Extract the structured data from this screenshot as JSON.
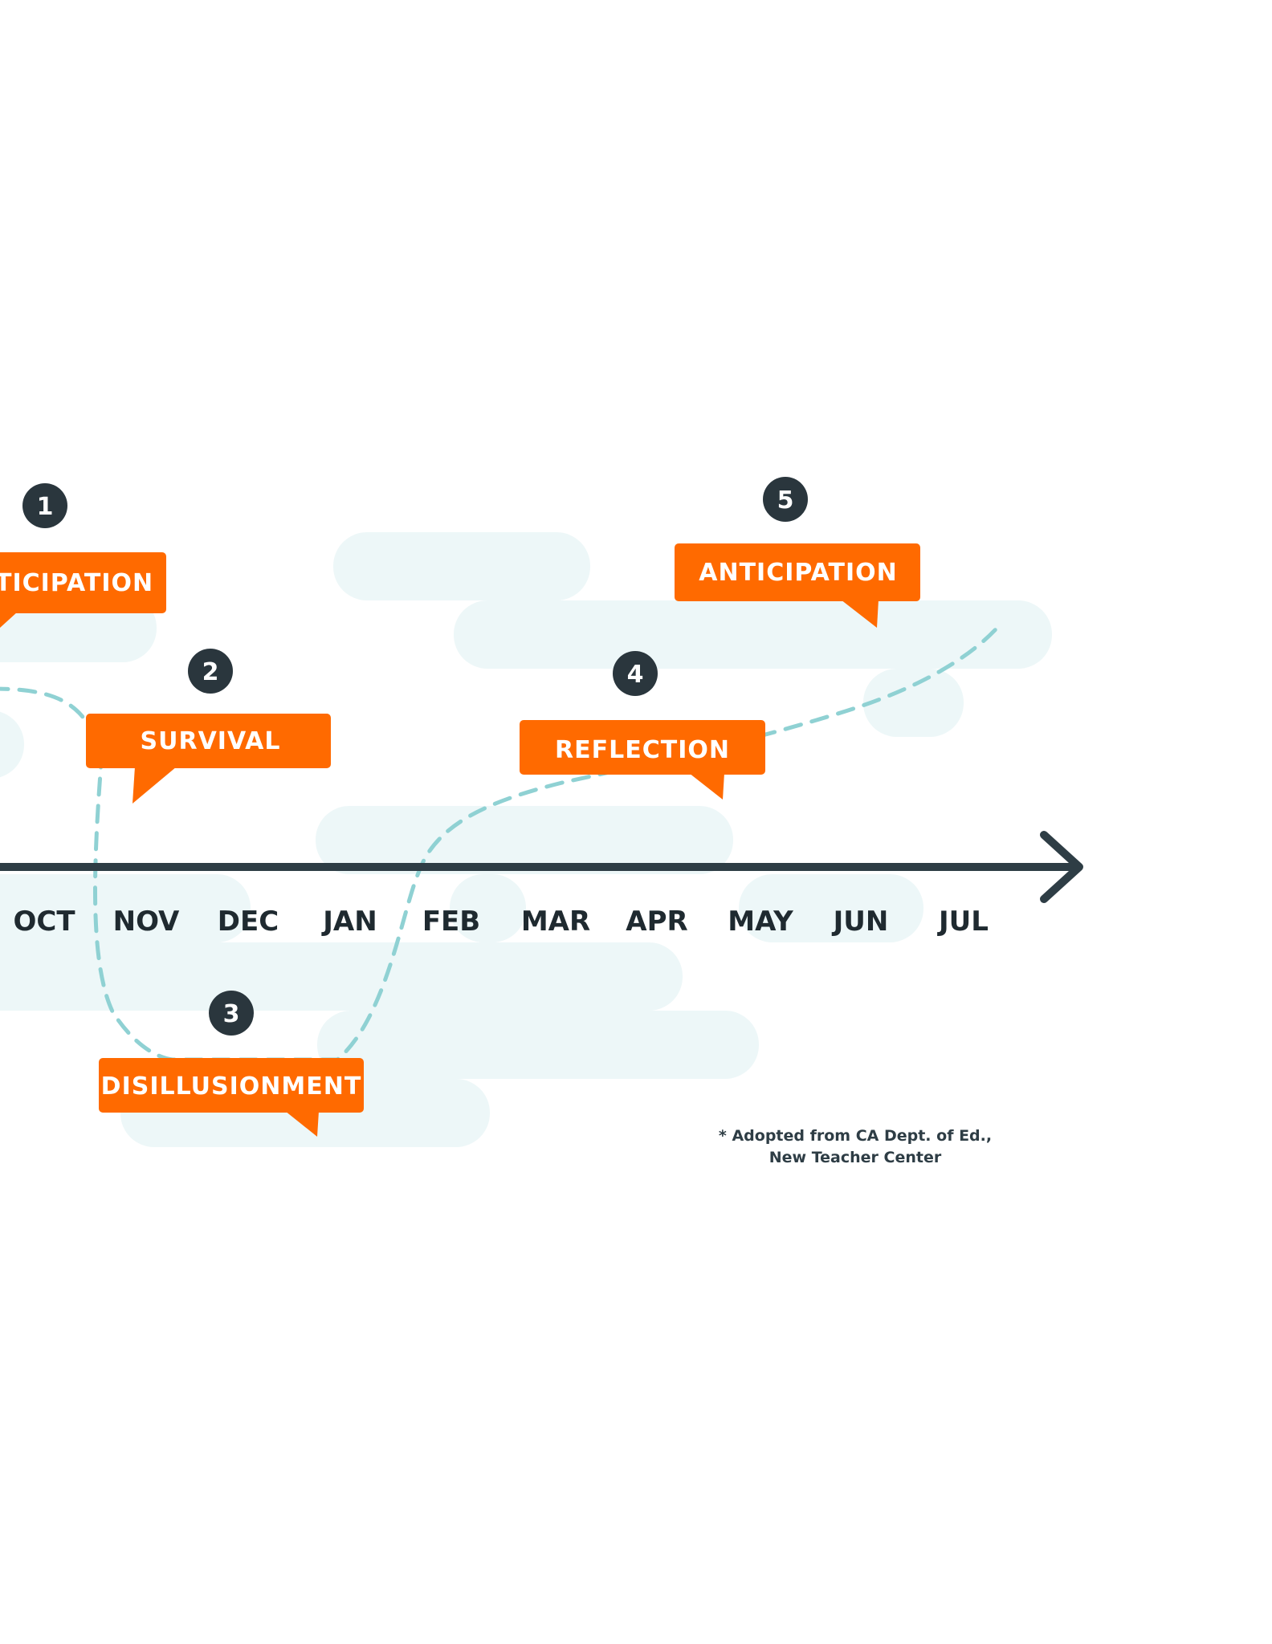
{
  "colors": {
    "background": "#ffffff",
    "cloud": "#edf7f8",
    "axis": "#2e3d45",
    "curve": "#8fd1d3",
    "callout": "#ff6a00",
    "callout_text": "#ffffff",
    "badge": "#2a363d",
    "month_text": "#1f2a30"
  },
  "timeline": {
    "months": [
      "OCT",
      "NOV",
      "DEC",
      "JAN",
      "FEB",
      "MAR",
      "APR",
      "MAY",
      "JUN",
      "JUL"
    ],
    "arrow": "arrow-right"
  },
  "phases": [
    {
      "number": "1",
      "label": "TICIPATION"
    },
    {
      "number": "2",
      "label": "SURVIVAL"
    },
    {
      "number": "3",
      "label": "DISILLUSIONMENT"
    },
    {
      "number": "4",
      "label": "REFLECTION"
    },
    {
      "number": "5",
      "label": "ANTICIPATION"
    }
  ],
  "source_note": {
    "line1": "* Adopted from CA Dept. of Ed.,",
    "line2": "New Teacher Center"
  }
}
